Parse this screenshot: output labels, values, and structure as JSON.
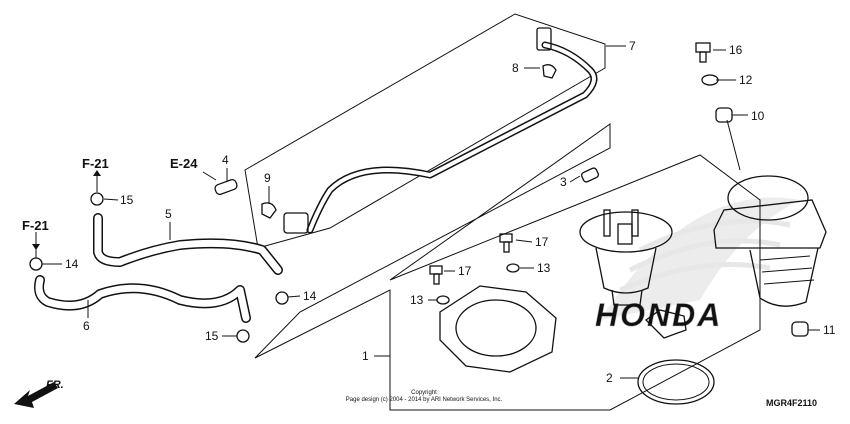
{
  "callouts": {
    "c1": "1",
    "c2": "2",
    "c3": "3",
    "c4": "4",
    "c5": "5",
    "c6": "6",
    "c7": "7",
    "c8": "8",
    "c9": "9",
    "c10": "10",
    "c11": "11",
    "c12": "12",
    "c13a": "13",
    "c13b": "13",
    "c14a": "14",
    "c14b": "14",
    "c15a": "15",
    "c15b": "15",
    "c16": "16",
    "c17a": "17",
    "c17b": "17"
  },
  "references": {
    "f21_top": "F-21",
    "f21_left": "F-21",
    "e24": "E-24",
    "front": "FR."
  },
  "watermark": {
    "brand": "HONDA"
  },
  "copyright": {
    "line1": "Copyright",
    "line2": "Page design (c) 2004 - 2014 by ARI Network Services, Inc."
  },
  "diagram_code": "MGR4F2110"
}
